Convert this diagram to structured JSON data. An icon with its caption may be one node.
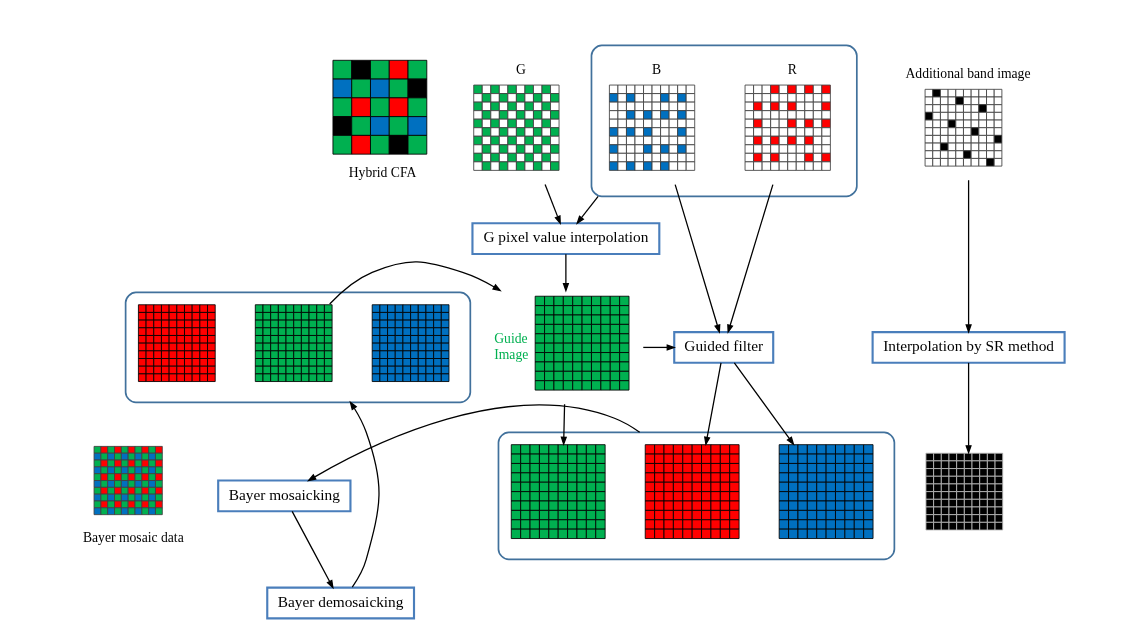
{
  "diagram": {
    "nodes": [
      {
        "text": [],
        "shape": "picture",
        "beside": [
          "Hybrid CFA"
        ]
      },
      {
        "text": [],
        "shape": "picture",
        "beside": [
          "G"
        ]
      },
      {
        "text": [],
        "shape": "box"
      },
      {
        "text": [],
        "shape": "picture",
        "beside": [
          "R"
        ],
        "in": 2
      },
      {
        "text": [],
        "shape": "picture",
        "beside": [
          "B"
        ],
        "in": 2
      },
      {
        "text": [
          "G pixel value interpolation"
        ]
      },
      {
        "text": [],
        "shape": "box"
      },
      {
        "text": [],
        "shape": "picture",
        "in": 6
      },
      {
        "text": [],
        "shape": "picture",
        "in": 6
      },
      {
        "text": [],
        "shape": "picture",
        "in": 6
      },
      {
        "text": [],
        "shape": "picture",
        "beside": [
          "Guide Image"
        ]
      },
      {
        "text": [
          "Guided filter"
        ]
      },
      {
        "text": [],
        "shape": "box"
      },
      {
        "text": [],
        "shape": "picture",
        "in": 12
      },
      {
        "text": [],
        "shape": "picture",
        "in": 12
      },
      {
        "text": [],
        "shape": "picture",
        "in": 12
      },
      {
        "text": [
          "Bayer mosaicking"
        ]
      },
      {
        "text": [
          "Bayer demosaicking"
        ]
      },
      {
        "text": [],
        "shape": "picture",
        "beside": [
          "Bayer mosaic data"
        ]
      },
      {
        "text": [],
        "shape": "picture",
        "beside": [
          "Additional band image"
        ]
      },
      {
        "text": [
          "Interpolation by SR method"
        ]
      },
      {
        "text": [],
        "shape": "picture"
      }
    ],
    "edges": [
      {
        "from": 1,
        "to": 5,
        "arrow": "to"
      },
      {
        "from": 2,
        "to": 5,
        "arrow": "to"
      },
      {
        "from": 5,
        "to": 10,
        "arrow": "to"
      },
      {
        "from": 8,
        "to": 10,
        "arrow": "to"
      },
      {
        "from": 3,
        "to": 11,
        "arrow": "to"
      },
      {
        "from": 4,
        "to": 11,
        "arrow": "to"
      },
      {
        "from": 10,
        "to": 11,
        "arrow": "to"
      },
      {
        "from": 10,
        "to": 13,
        "arrow": "to"
      },
      {
        "from": 11,
        "to": 14,
        "arrow": "to"
      },
      {
        "from": 11,
        "to": 15,
        "arrow": "to"
      },
      {
        "from": 12,
        "to": 16,
        "arrow": "to"
      },
      {
        "from": 16,
        "to": 17,
        "arrow": "to"
      },
      {
        "from": 17,
        "to": 6,
        "arrow": "to"
      },
      {
        "from": 19,
        "to": 20,
        "arrow": "to"
      },
      {
        "from": 20,
        "to": 21,
        "arrow": "to"
      }
    ]
  }
}
